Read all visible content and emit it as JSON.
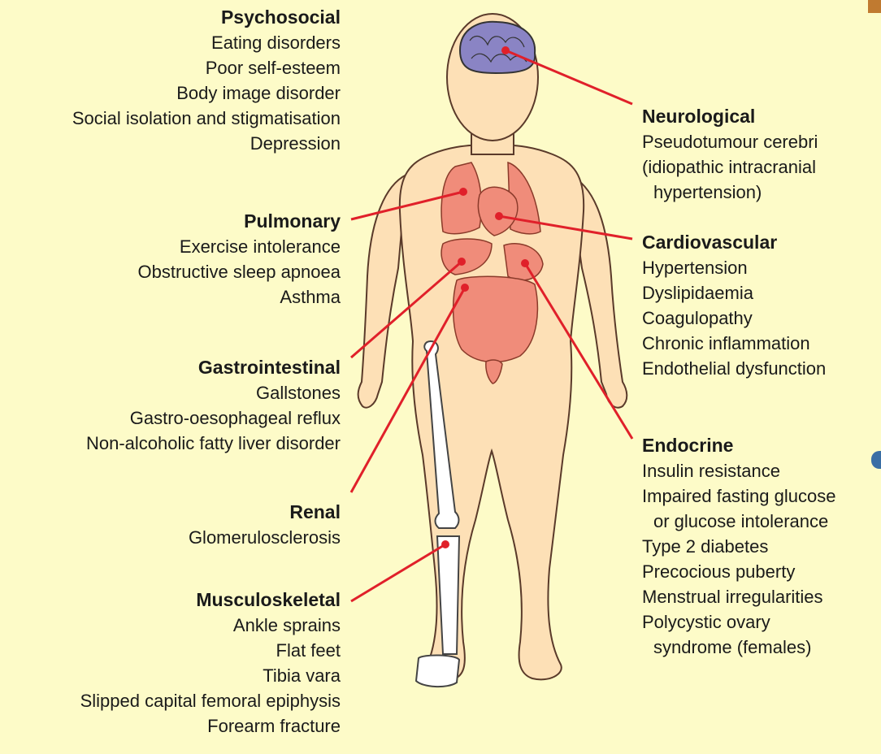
{
  "groups": {
    "psychosocial": {
      "heading": "Psychosocial",
      "items": [
        "Eating disorders",
        "Poor self-esteem",
        "Body image disorder",
        "Social isolation and stigmatisation",
        "Depression"
      ]
    },
    "pulmonary": {
      "heading": "Pulmonary",
      "items": [
        "Exercise intolerance",
        "Obstructive sleep apnoea",
        "Asthma"
      ]
    },
    "gastrointestinal": {
      "heading": "Gastrointestinal",
      "items": [
        "Gallstones",
        "Gastro-oesophageal reflux",
        "Non-alcoholic fatty liver disorder"
      ]
    },
    "renal": {
      "heading": "Renal",
      "items": [
        "Glomerulosclerosis"
      ]
    },
    "musculoskeletal": {
      "heading": "Musculoskeletal",
      "items": [
        "Ankle sprains",
        "Flat feet",
        "Tibia vara",
        "Slipped capital femoral epiphysis",
        "Forearm fracture"
      ]
    },
    "neurological": {
      "heading": "Neurological",
      "items": [
        "Pseudotumour cerebri",
        "(idiopathic intracranial",
        "hypertension)"
      ]
    },
    "cardiovascular": {
      "heading": "Cardiovascular",
      "items": [
        "Hypertension",
        "Dyslipidaemia",
        "Coagulopathy",
        "Chronic inflammation",
        "Endothelial dysfunction"
      ]
    },
    "endocrine": {
      "heading": "Endocrine",
      "items": [
        "Insulin resistance",
        "Impaired fasting glucose",
        "or glucose intolerance",
        "Type 2 diabetes",
        "Precocious puberty",
        "Menstrual irregularities",
        "Polycystic ovary",
        "syndrome (females)"
      ]
    }
  },
  "colors": {
    "background": "#fdfbc8",
    "skin": "#fde0b6",
    "organ": "#f08c7a",
    "brain": "#8a84c4",
    "pointer": "#e0202a"
  }
}
